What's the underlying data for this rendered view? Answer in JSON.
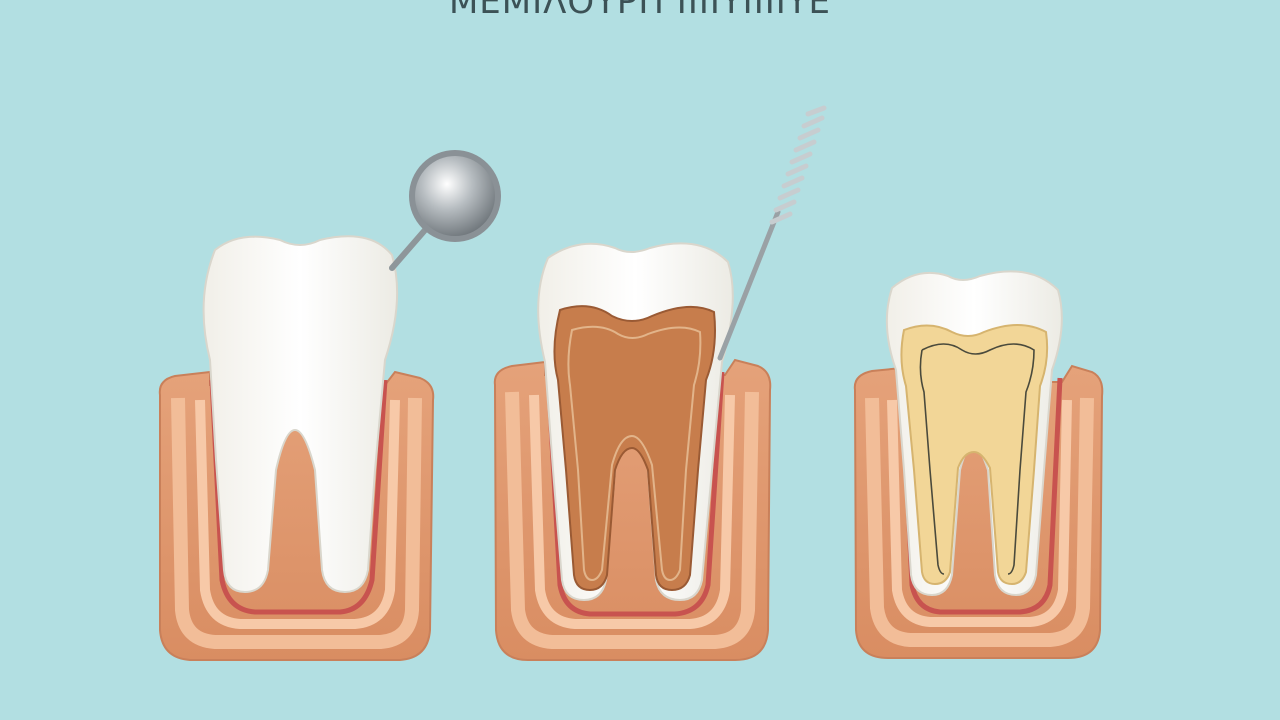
{
  "header": {
    "title": "ΜΕΜΙΛΟΥΡΠ ΙΙΙΙΥΙΙΙΙΥΕ"
  },
  "colors": {
    "background": "#b2dfe2",
    "gum_outer": "#df9a70",
    "gum_mid": "#efb58f",
    "gum_inner": "#f7c6a4",
    "gum_edge": "#c8534f",
    "enamel": "#fdfcf8",
    "decay_pulp": "#c4784a",
    "filled_pulp": "#f1d391",
    "mirror": "#9ea4a8",
    "file": "#a8afb3"
  },
  "icons": [
    "dental-mirror-icon",
    "root-canal-file-icon"
  ],
  "teeth": [
    {
      "name": "healthy-tooth",
      "stage": "healthy"
    },
    {
      "name": "infected-tooth",
      "stage": "root-canal-cleaning"
    },
    {
      "name": "filled-tooth",
      "stage": "filled"
    }
  ]
}
